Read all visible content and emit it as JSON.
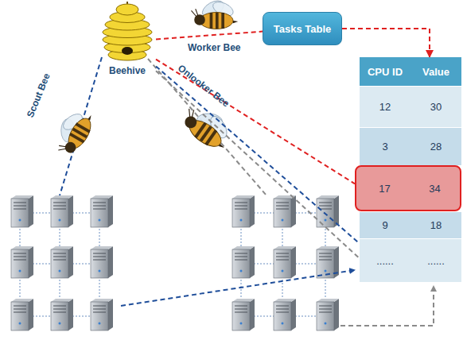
{
  "diagram": {
    "nodes": [
      {
        "text": [
          "Beehive"
        ]
      },
      {
        "text": [
          "Tasks Table"
        ]
      },
      {
        "text": [
          "CPU ID",
          "Value"
        ]
      },
      {
        "text": [
          "12",
          "30"
        ]
      },
      {
        "text": [
          "3",
          "28"
        ]
      },
      {
        "text": [
          "17",
          "34"
        ]
      },
      {
        "text": [
          "9",
          "18"
        ]
      },
      {
        "text": [
          "......",
          "......"
        ]
      }
    ],
    "edges": [
      {
        "from": 0,
        "to": 1,
        "arrow": "none"
      },
      {
        "from": 1,
        "to": 2,
        "arrow": "to"
      },
      {
        "from": 0,
        "to": 5,
        "arrow": "none"
      },
      {
        "from": 0,
        "to": 7,
        "arrow": "none"
      },
      {
        "from": 0,
        "to": 7,
        "arrow": "none"
      }
    ],
    "labels": [
      "Worker Bee",
      "Scout Bee",
      "Onlooker Bee"
    ]
  }
}
